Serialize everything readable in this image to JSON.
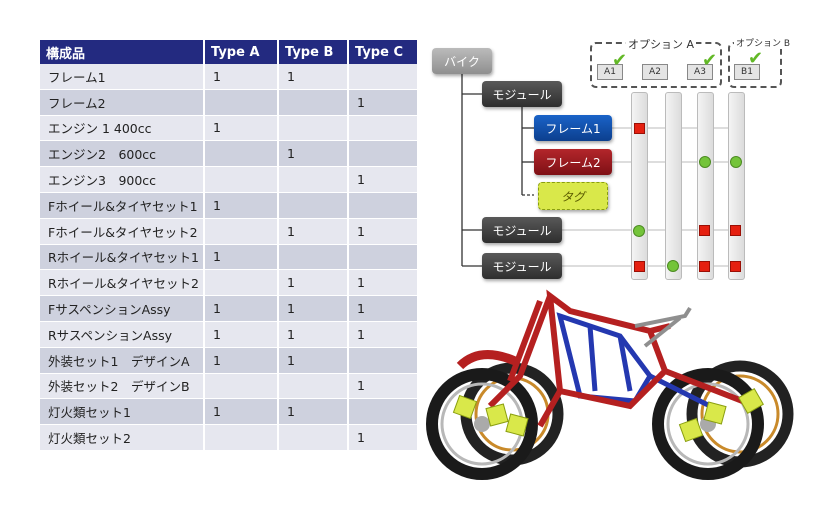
{
  "table": {
    "headers": [
      "構成品",
      "Type A",
      "Type B",
      "Type C"
    ],
    "rows": [
      {
        "name": "フレーム1",
        "a": "1",
        "b": "1",
        "c": ""
      },
      {
        "name": "フレーム2",
        "a": "",
        "b": "",
        "c": "1"
      },
      {
        "name": "エンジン 1 400cc",
        "a": "1",
        "b": "",
        "c": ""
      },
      {
        "name": "エンジン2　600cc",
        "a": "",
        "b": "1",
        "c": ""
      },
      {
        "name": "エンジン3　900cc",
        "a": "",
        "b": "",
        "c": "1"
      },
      {
        "name": "Fホイール&タイヤセット1",
        "a": "1",
        "b": "",
        "c": ""
      },
      {
        "name": "Fホイール&タイヤセット2",
        "a": "",
        "b": "1",
        "c": "1"
      },
      {
        "name": "Rホイール&タイヤセット1",
        "a": "1",
        "b": "",
        "c": ""
      },
      {
        "name": "Rホイール&タイヤセット2",
        "a": "",
        "b": "1",
        "c": "1"
      },
      {
        "name": "FサスペンションAssy",
        "a": "1",
        "b": "1",
        "c": "1"
      },
      {
        "name": "RサスペンションAssy",
        "a": "1",
        "b": "1",
        "c": "1"
      },
      {
        "name": "外装セット1　デザインA",
        "a": "1",
        "b": "1",
        "c": ""
      },
      {
        "name": "外装セット2　デザインB",
        "a": "",
        "b": "",
        "c": "1"
      },
      {
        "name": "灯火類セット1",
        "a": "1",
        "b": "1",
        "c": ""
      },
      {
        "name": "灯火類セット2",
        "a": "",
        "b": "",
        "c": "1"
      }
    ]
  },
  "diagram": {
    "root": "バイク",
    "module1": "モジュール",
    "frame1": "フレーム1",
    "frame2": "フレーム2",
    "tag": "タグ",
    "module2": "モジュール",
    "module3": "モジュール",
    "option_a": "オプション A",
    "option_b": "オプション B",
    "opt_tags": [
      "A1",
      "A2",
      "A3",
      "B1"
    ]
  },
  "colors": {
    "header_bg": "#232a80",
    "row_odd": "#e6e7ef",
    "row_even": "#ced1de",
    "frame1": "#1a63c8",
    "frame2": "#b3262b",
    "tag": "#d9e84a",
    "module": "#3a3a3a"
  }
}
